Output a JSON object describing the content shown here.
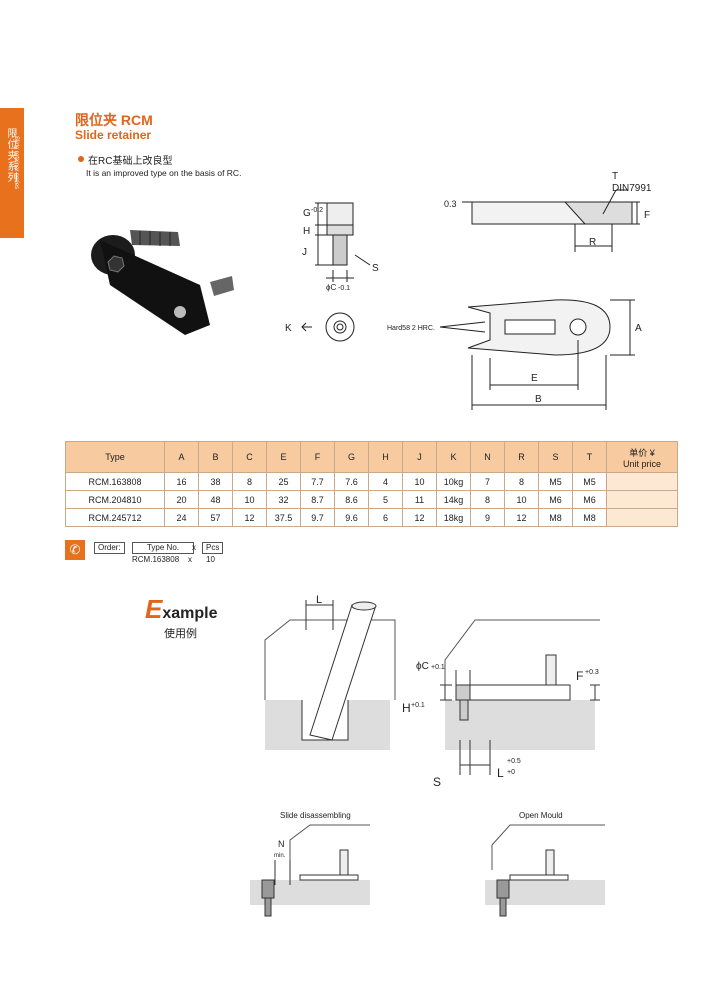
{
  "sidebar": {
    "cn": "限位夹系列",
    "en": "Slide retainer series"
  },
  "header": {
    "title_cn": "限位夹 RCM",
    "title_en": "Slide retainer"
  },
  "intro": {
    "cn": "在RC基础上改良型",
    "en": "It is an improved type on the basis of RC."
  },
  "drawing_labels": {
    "g": "G",
    "g_tol": "-0.2",
    "h": "H",
    "j": "J",
    "s": "S",
    "c": "ϕC",
    "c_tol": "-0.1",
    "k": "K",
    "t": "T",
    "din": "DIN7991",
    "depth": "0.3",
    "f": "F",
    "r": "R",
    "hard": "Hard58  2 HRC.",
    "a": "A",
    "e": "E",
    "b": "B"
  },
  "table": {
    "headers": [
      "Type",
      "A",
      "B",
      "C",
      "E",
      "F",
      "G",
      "H",
      "J",
      "K",
      "N",
      "R",
      "S",
      "T"
    ],
    "price_cn": "单价 ¥",
    "price_en": "Unit price",
    "rows": [
      [
        "RCM.163808",
        "16",
        "38",
        "8",
        "25",
        "7.7",
        "7.6",
        "4",
        "10",
        "10kg",
        "7",
        "8",
        "M5",
        "M5"
      ],
      [
        "RCM.204810",
        "20",
        "48",
        "10",
        "32",
        "8.7",
        "8.6",
        "5",
        "11",
        "14kg",
        "8",
        "10",
        "M6",
        "M6"
      ],
      [
        "RCM.245712",
        "24",
        "57",
        "12",
        "37.5",
        "9.7",
        "9.6",
        "6",
        "12",
        "18kg",
        "9",
        "12",
        "M8",
        "M8"
      ]
    ]
  },
  "order": {
    "label": "Order:",
    "type_no": "Type No.",
    "x": "x",
    "pcs": "Pcs",
    "example_code": "RCM.163808",
    "example_qty": "10"
  },
  "example": {
    "title_initial": "E",
    "title_rest": "xample",
    "cn": "使用例"
  },
  "example_labels": {
    "l": "L",
    "c": "ϕC",
    "c_tol": "+0.1",
    "f": "F",
    "f_tol": "+0.3",
    "h": "H",
    "h_tol": "+0.1",
    "s": "S",
    "l_tol_top": "+0.5",
    "l_tol_bot": "+0",
    "slide_disassembling": "Slide disassembling",
    "open_mould": "Open Mould",
    "n": "N",
    "min": "min."
  }
}
